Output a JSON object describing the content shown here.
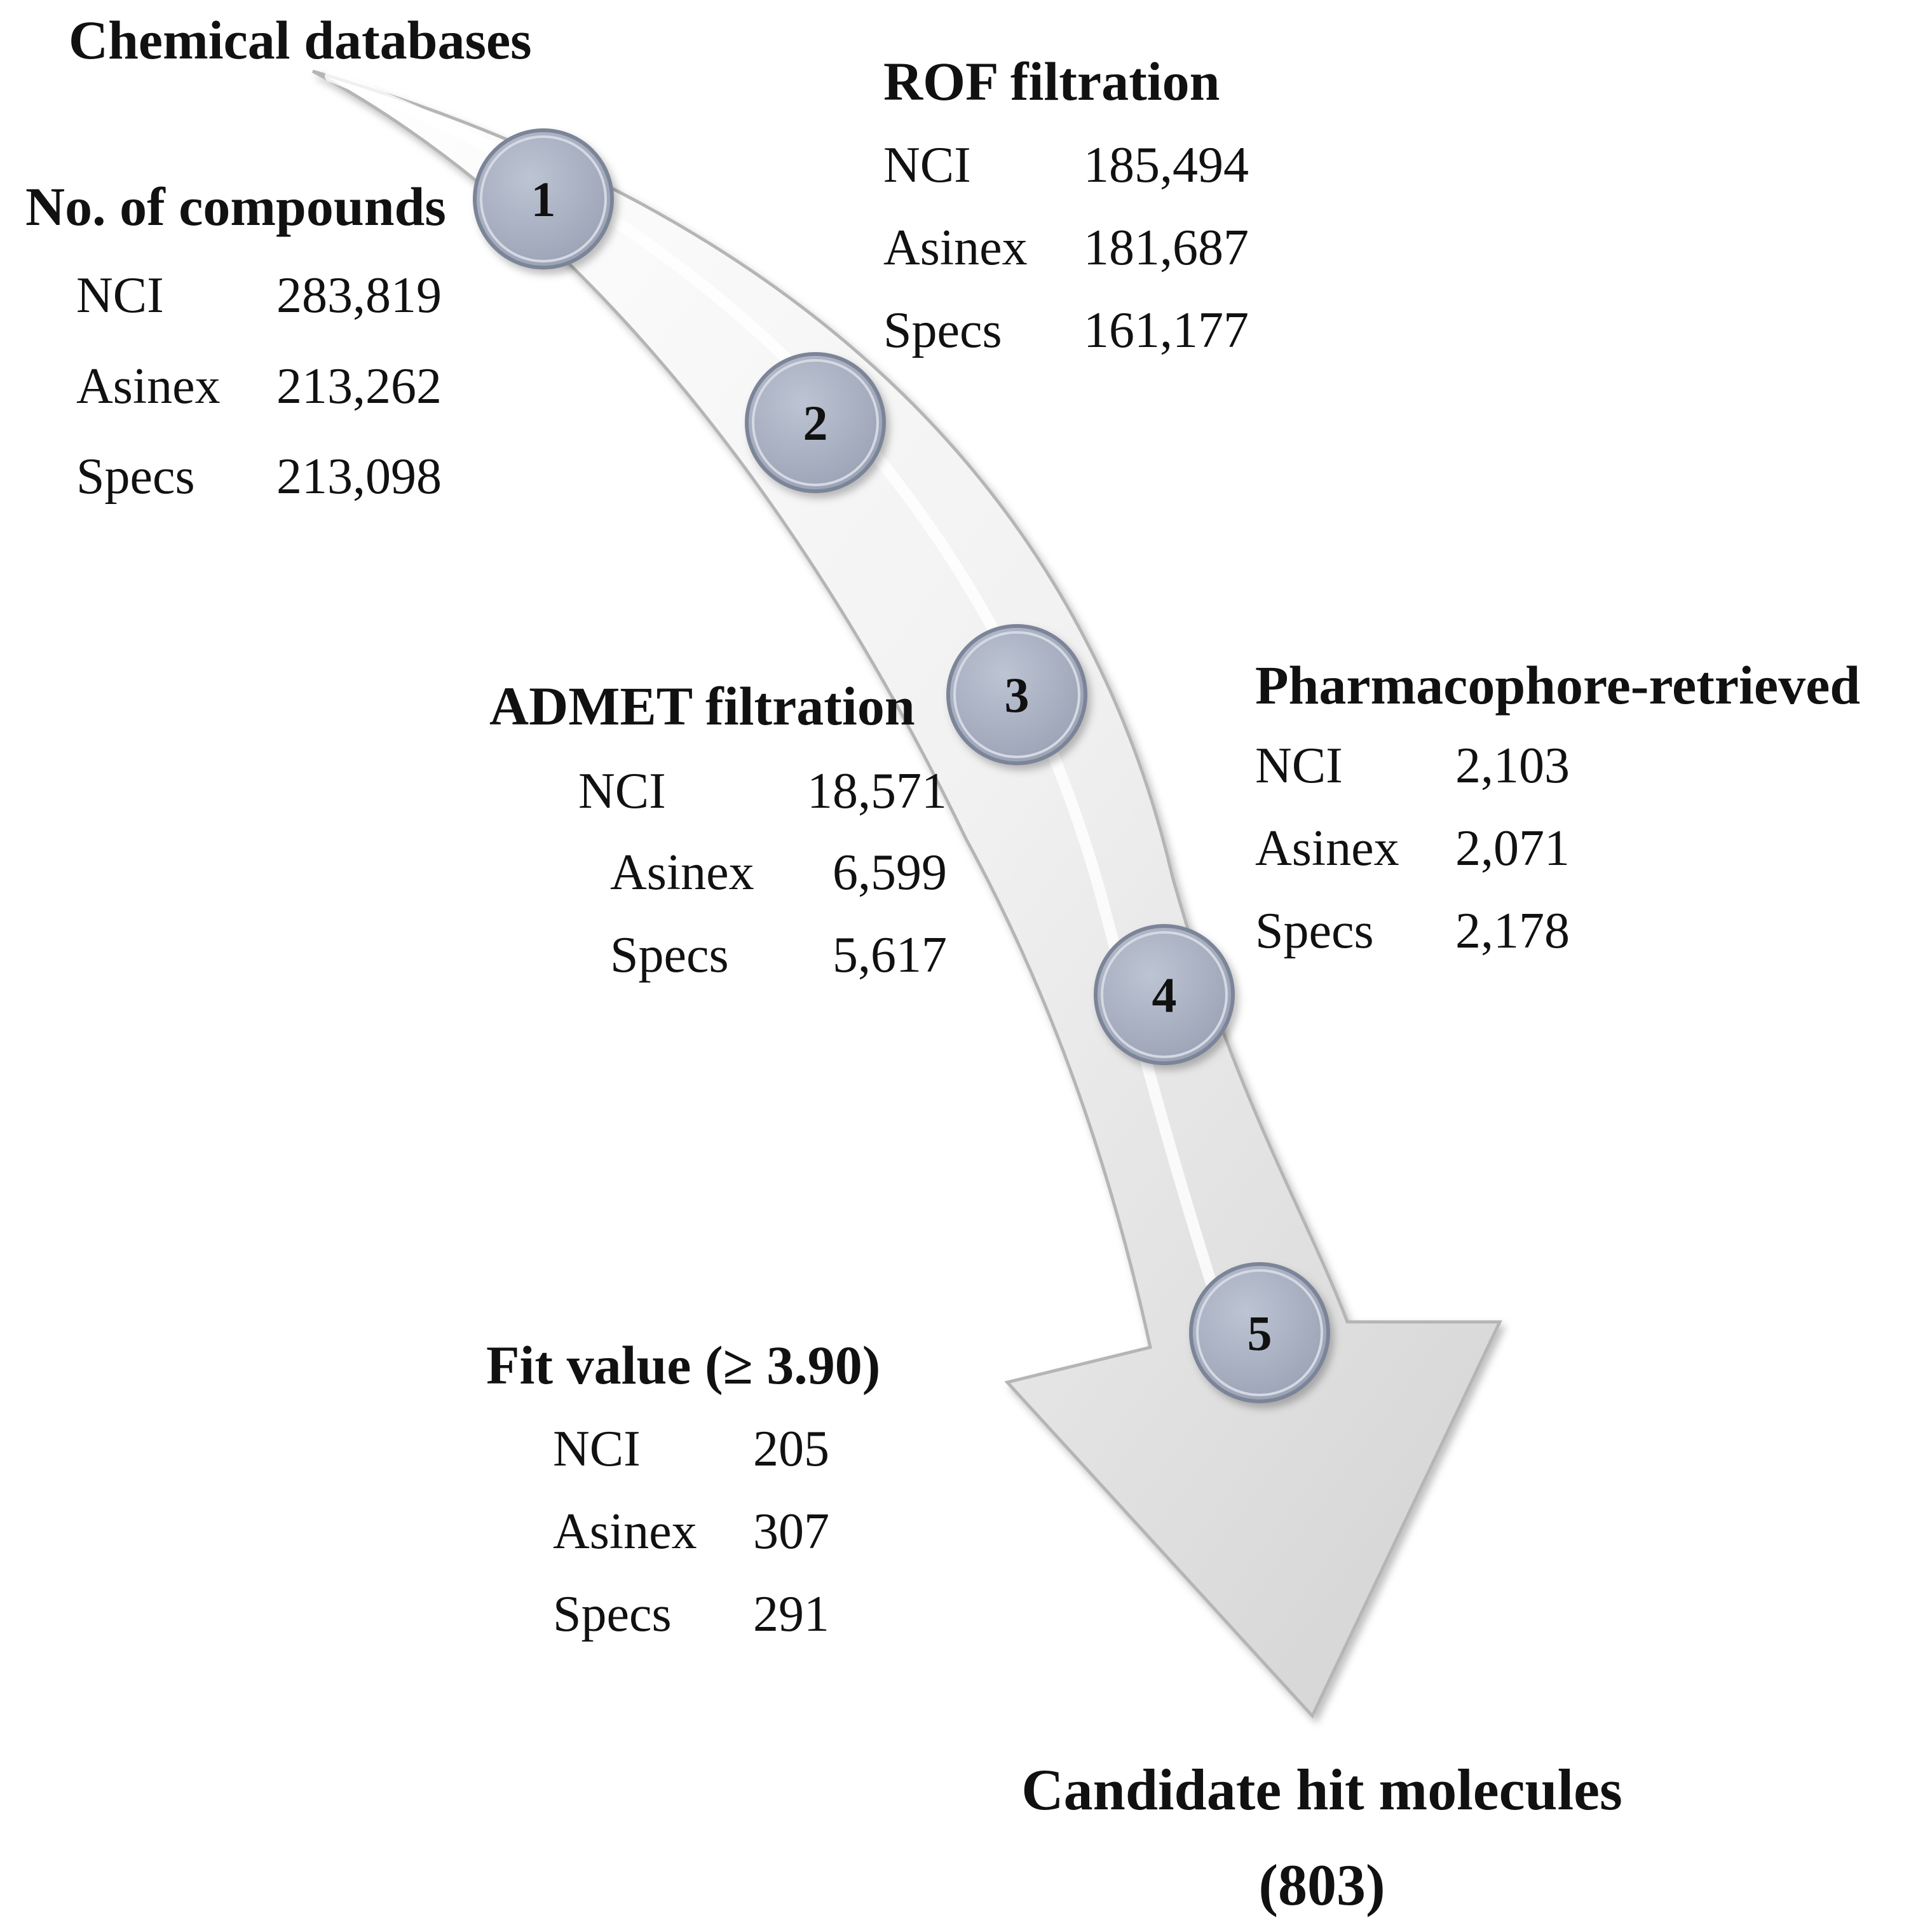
{
  "title": "Chemical databases",
  "steps": [
    {
      "number": "1",
      "heading": "No. of compounds",
      "rows": [
        {
          "db": "NCI",
          "count": "283,819"
        },
        {
          "db": "Asinex",
          "count": "213,262"
        },
        {
          "db": "Specs",
          "count": "213,098"
        }
      ]
    },
    {
      "number": "2",
      "heading": "ROF filtration",
      "rows": [
        {
          "db": "NCI",
          "count": "185,494"
        },
        {
          "db": "Asinex",
          "count": "181,687"
        },
        {
          "db": "Specs",
          "count": "161,177"
        }
      ]
    },
    {
      "number": "3",
      "heading": "ADMET filtration",
      "rows": [
        {
          "db": "NCI",
          "count": "18,571"
        },
        {
          "db": "Asinex",
          "count": "6,599"
        },
        {
          "db": "Specs",
          "count": "5,617"
        }
      ]
    },
    {
      "number": "4",
      "heading": "Pharmacophore-retrieved",
      "rows": [
        {
          "db": "NCI",
          "count": "2,103"
        },
        {
          "db": "Asinex",
          "count": "2,071"
        },
        {
          "db": "Specs",
          "count": "2,178"
        }
      ]
    },
    {
      "number": "5",
      "heading": "Fit value (≥ 3.90)",
      "rows": [
        {
          "db": "NCI",
          "count": "205"
        },
        {
          "db": "Asinex",
          "count": "307"
        },
        {
          "db": "Specs",
          "count": "291"
        }
      ]
    }
  ],
  "result": {
    "label": "Candidate hit molecules",
    "count": "(803)"
  },
  "colors": {
    "arrow_fill_light": "#fafafa",
    "arrow_fill_dark": "#d6d6d6",
    "arrow_edge": "#b8b8b8",
    "circle_fill": "#a9b1c3",
    "circle_stroke": "#7c8498"
  }
}
